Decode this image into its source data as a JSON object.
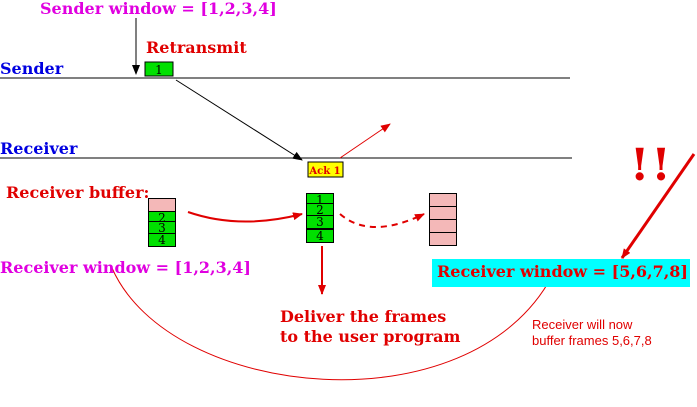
{
  "colors": {
    "magenta": "#e000e0",
    "red": "#e00000",
    "blue": "#0000e0",
    "green": "#00e000",
    "pink": "#f4b8b8",
    "yellow": "#ffff00",
    "cyan": "#00ffff"
  },
  "labels": {
    "sender_window": "Sender window = [1,2,3,4]",
    "retransmit": "Retransmit",
    "sender": "Sender",
    "receiver": "Receiver",
    "ack": "Ack 1",
    "receiver_buffer": "Receiver buffer:",
    "receiver_window_old": "Receiver window = [1,2,3,4]",
    "receiver_window_new": "Receiver window = [5,6,7,8]",
    "deliver_line1": "Deliver the frames",
    "deliver_line2": "to the user program",
    "note_line1": "Receiver will now",
    "note_line2": "buffer frames 5,6,7,8",
    "exclaim": "!!"
  },
  "frames": {
    "retransmitted": "1",
    "buffer_before": [
      "",
      "2",
      "3",
      "4"
    ],
    "buffer_delivered": [
      "1",
      "2",
      "3",
      "4"
    ],
    "buffer_after": [
      "",
      "",
      "",
      ""
    ]
  }
}
